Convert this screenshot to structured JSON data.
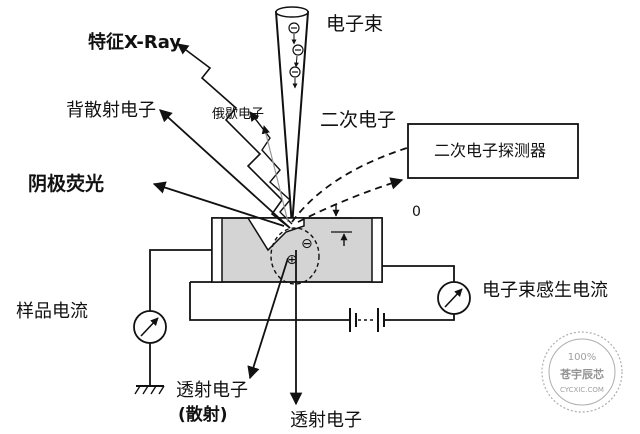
{
  "labels": {
    "electron_beam": "电子束",
    "characteristic_xray": "特征X-Ray",
    "backscattered_electrons": "背散射电子",
    "auger_electrons": "俄歇电子",
    "secondary_electrons": "二次电子",
    "secondary_detector": "二次电子探测器",
    "cathodoluminescence": "阴极荧光",
    "zero_mark": "0",
    "sample_current": "样品电流",
    "ebic": "电子束感生电流",
    "transmitted_scattered_line1": "透射电子",
    "transmitted_scattered_line2": "(散射)",
    "transmitted_electrons": "透射电子"
  },
  "symbols": {
    "minus": "⊖",
    "plus": "⊕"
  },
  "watermark": {
    "top": "100%",
    "middle": "苍宇辰芯",
    "bottom": "CYCXIC.COM"
  },
  "colors": {
    "line": "#111111",
    "sample_fill": "#d4d4d4",
    "electrode_fill": "#ffffff",
    "watermark": "#9a9a9a"
  }
}
